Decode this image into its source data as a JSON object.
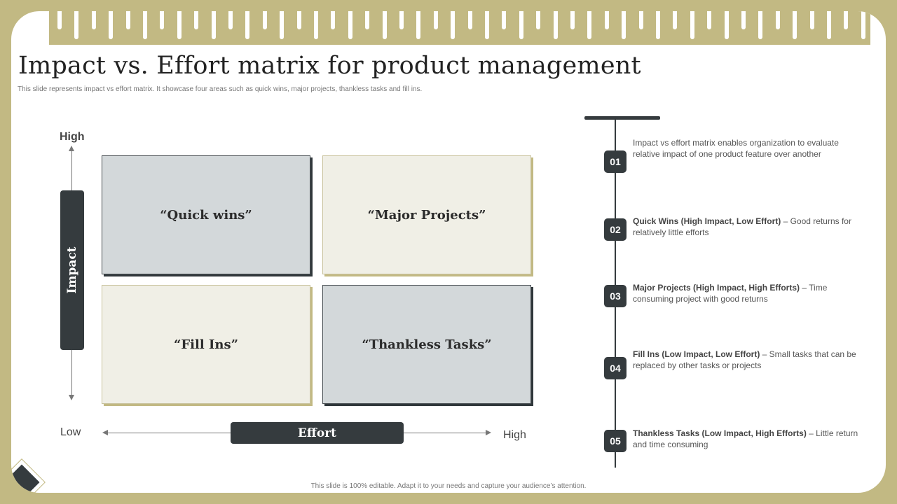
{
  "title": "Impact vs. Effort matrix for product management",
  "subtitle": "This slide represents impact vs effort matrix. It showcase four areas such as quick wins, major projects, thankless tasks and fill ins.",
  "axes": {
    "y_high": "High",
    "x_low": "Low",
    "x_high": "High",
    "y_label": "Impact",
    "x_label": "Effort"
  },
  "quadrants": [
    {
      "label": "“Quick wins”",
      "style": "gray"
    },
    {
      "label": "“Major Projects”",
      "style": "cream"
    },
    {
      "label": "“Fill Ins”",
      "style": "cream"
    },
    {
      "label": "“Thankless Tasks”",
      "style": "gray"
    }
  ],
  "steps": [
    {
      "num": "01",
      "bold": "",
      "text": "Impact vs effort matrix enables organization to evaluate relative impact of one product feature over another"
    },
    {
      "num": "02",
      "bold": "Quick Wins (High Impact, Low Effort)",
      "text": " – Good returns for relatively little efforts"
    },
    {
      "num": "03",
      "bold": "Major Projects (High Impact, High Efforts)",
      "text": " – Time consuming project with good returns"
    },
    {
      "num": "04",
      "bold": "Fill Ins (Low Impact, Low Effort)",
      "text": " – Small tasks that can be replaced by other tasks or projects"
    },
    {
      "num": "05",
      "bold": "Thankless Tasks (Low Impact, High Efforts)",
      "text": " – Little return and time consuming"
    }
  ],
  "footer": "This slide is 100% editable. Adapt it to your needs and capture your audience’s attention.",
  "colors": {
    "frame": "#c2b983",
    "dark": "#353b3e",
    "quad_gray": "#d3d8da",
    "quad_cream": "#f0efe6"
  }
}
